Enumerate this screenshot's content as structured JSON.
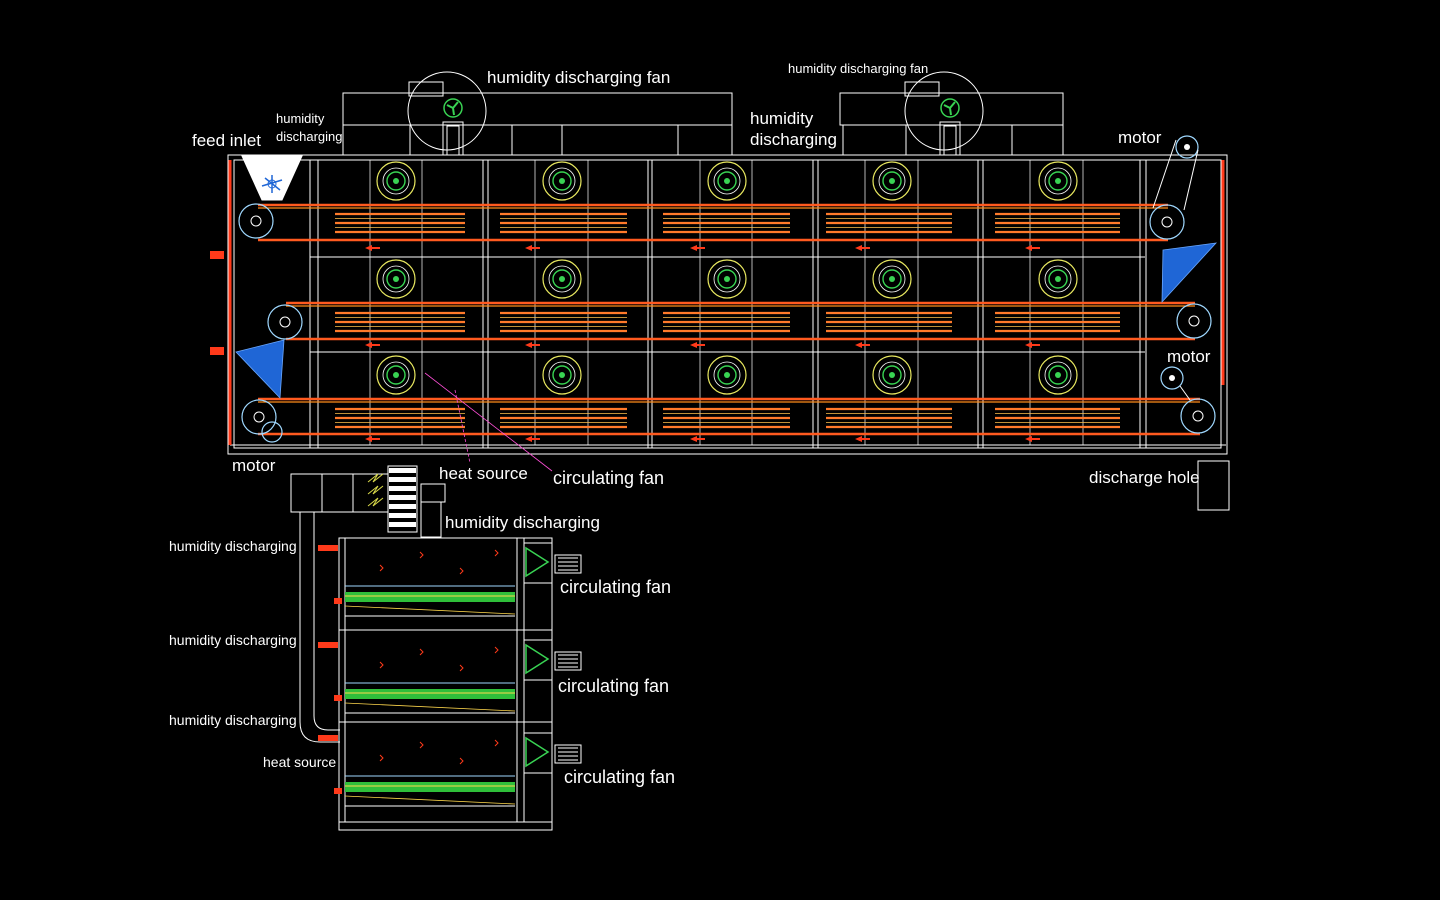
{
  "labels": {
    "feed_inlet": "feed inlet",
    "humidity_discharging_fan_1": "humidity discharging fan",
    "humidity_discharging_fan_2": "humidity discharging fan",
    "humidity_small_line1": "humidity",
    "humidity_small_line2": "discharging",
    "humidity_mid_line1": "humidity",
    "humidity_mid_line2": "discharging",
    "motor_top_right": "motor",
    "motor_mid_right": "motor",
    "motor_bottom_left": "motor",
    "heat_source_top": "heat source",
    "circulating_fan_top": "circulating fan",
    "discharge_hole": "discharge hole",
    "humidity_discharging_side": "humidity discharging",
    "side_humidity_1": "humidity discharging",
    "side_humidity_2": "humidity discharging",
    "side_humidity_3": "humidity discharging",
    "side_heat_source": "heat source",
    "side_circ_fan_1": "circulating fan",
    "side_circ_fan_2": "circulating fan",
    "side_circ_fan_3": "circulating fan"
  },
  "colors": {
    "background": "#000000",
    "lines": "#ffffff",
    "belt": "#ff5a1f",
    "heater": "#ff7a2a",
    "fan_ring": "#e8e860",
    "fan_core": "#39d353",
    "hopper": "#1f66d6",
    "side_tube": "#2fbf3a"
  },
  "icons": {
    "fan": "fan-icon",
    "roller": "roller-icon",
    "hopper": "hopper-icon",
    "arrow": "arrow-left-icon"
  }
}
